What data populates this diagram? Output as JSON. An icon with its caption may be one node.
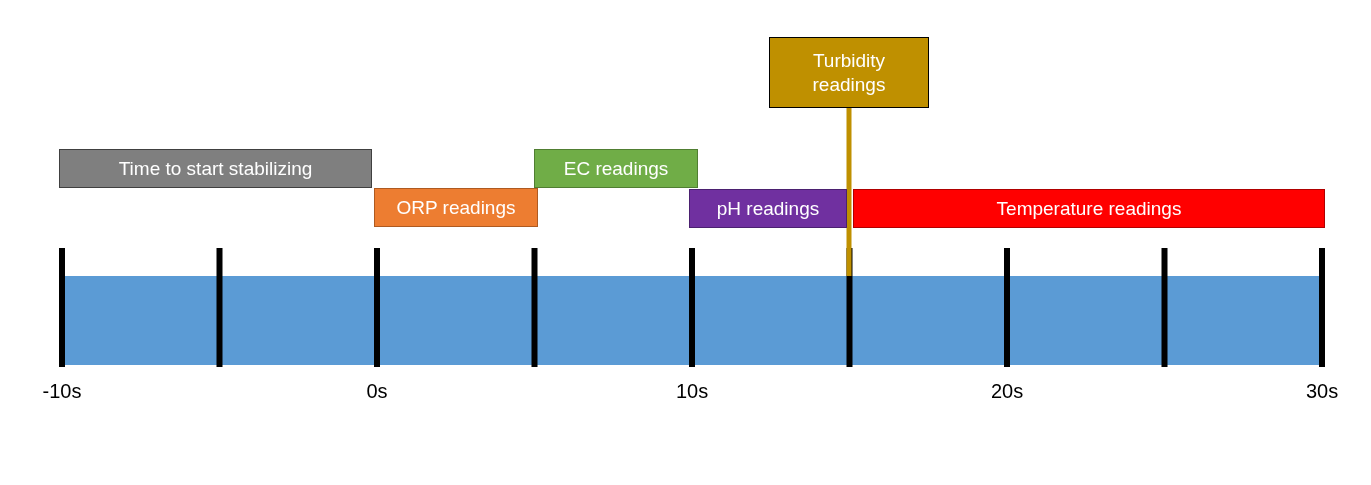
{
  "diagram": {
    "nodes": [
      {
        "text": [
          "Time to start stabilizing"
        ]
      },
      {
        "text": [
          "ORP readings"
        ]
      },
      {
        "text": [
          "EC readings"
        ]
      },
      {
        "text": [
          "pH readings"
        ]
      },
      {
        "text": [
          "Turbidity readings"
        ]
      },
      {
        "text": [
          "Temperature readings"
        ]
      },
      {
        "text": [],
        "shape": "bar"
      }
    ],
    "edges": [
      {
        "from": 4,
        "to": 6,
        "arrow": "none",
        "color": "#bf9000"
      }
    ],
    "labels": [
      "-10s",
      "0s",
      "10s",
      "20s",
      "30s"
    ]
  }
}
